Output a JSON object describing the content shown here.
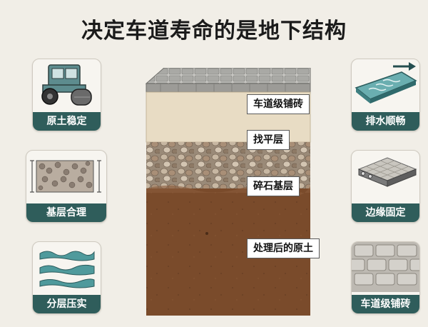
{
  "title": "决定车道寿命的是地下结构",
  "left_cards": [
    {
      "label": "原土稳定",
      "icon": "road-roller-icon"
    },
    {
      "label": "基层合理",
      "icon": "gravel-layer-icon"
    },
    {
      "label": "分层压实",
      "icon": "compacted-layers-icon"
    }
  ],
  "right_cards": [
    {
      "label": "排水顺畅",
      "icon": "drainage-slope-icon"
    },
    {
      "label": "边缘固定",
      "icon": "edge-restraint-icon"
    },
    {
      "label": "车道级铺砖",
      "icon": "paver-tiles-icon"
    }
  ],
  "layers": [
    {
      "label": "车道级铺砖"
    },
    {
      "label": "找平层"
    },
    {
      "label": "碎石基层"
    },
    {
      "label": "处理后的原土"
    }
  ],
  "colors": {
    "label_bg": "#2f5d5b",
    "sand": "#e8dcc4",
    "soil": "#7a4b2b",
    "paver": "#b8b8b4",
    "water": "#4f9a9c"
  }
}
